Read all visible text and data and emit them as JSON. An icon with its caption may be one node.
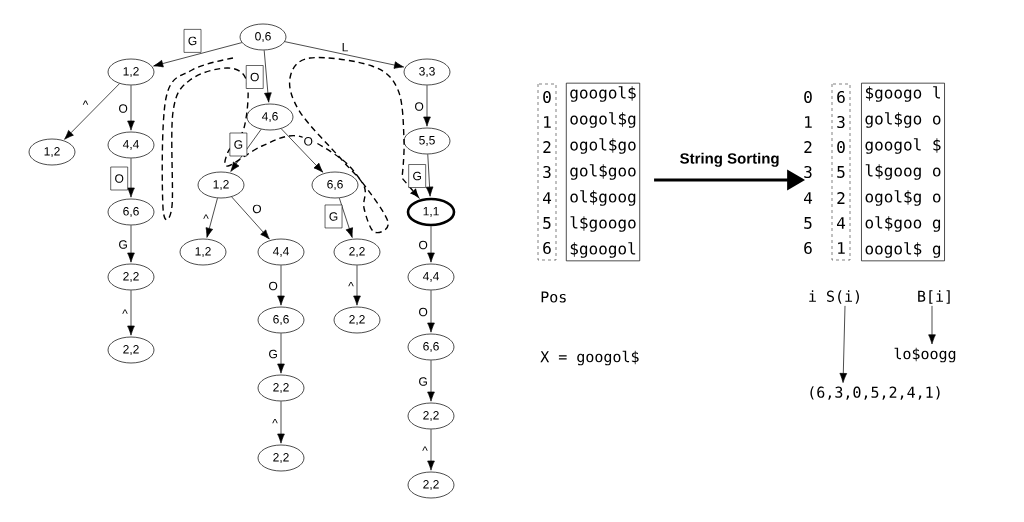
{
  "diagram": {
    "nodes": [
      {
        "text": [
          "0,6"
        ]
      },
      {
        "text": [
          "1,2"
        ]
      },
      {
        "text": [
          "3,3"
        ]
      },
      {
        "text": [
          "1,2"
        ]
      },
      {
        "text": [
          "4,4"
        ]
      },
      {
        "text": [
          "4,6"
        ]
      },
      {
        "text": [
          "5,5"
        ]
      },
      {
        "text": [
          "6,6"
        ]
      },
      {
        "text": [
          "1,2"
        ]
      },
      {
        "text": [
          "6,6"
        ]
      },
      {
        "text": [
          "1,1"
        ]
      },
      {
        "text": [
          "2,2"
        ]
      },
      {
        "text": [
          "1,2"
        ]
      },
      {
        "text": [
          "4,4"
        ]
      },
      {
        "text": [
          "2,2"
        ]
      },
      {
        "text": [
          "4,4"
        ]
      },
      {
        "text": [
          "2,2"
        ]
      },
      {
        "text": [
          "6,6"
        ]
      },
      {
        "text": [
          "2,2"
        ]
      },
      {
        "text": [
          "6,6"
        ]
      },
      {
        "text": [
          "2,2"
        ]
      },
      {
        "text": [
          "2,2"
        ]
      },
      {
        "text": [
          "2,2"
        ]
      },
      {
        "text": [
          "2,2"
        ]
      },
      {
        "text": [
          "googol$",
          "oogol$g",
          "ogol$go",
          "gol$goo",
          "ol$goog",
          "l$googo",
          "$googol"
        ]
      },
      {
        "text": [
          "$googo l",
          "gol$go o",
          "googol $",
          "l$goog o",
          "ogol$g o",
          "ol$goo g",
          "oogol$ g"
        ]
      },
      {
        "text": [
          "i S(i)"
        ]
      },
      {
        "text": [
          "(6,3,0,5,2,4,1)"
        ]
      },
      {
        "text": [
          "B[i]"
        ]
      },
      {
        "text": [
          "lo$oogg"
        ]
      }
    ],
    "edges": [
      {
        "from": 0,
        "to": 1,
        "arrow": "to",
        "label": "G"
      },
      {
        "from": 0,
        "to": 5,
        "arrow": "to",
        "label": "O"
      },
      {
        "from": 0,
        "to": 2,
        "arrow": "to",
        "label": "L"
      },
      {
        "from": 1,
        "to": 3,
        "arrow": "to",
        "label": "^"
      },
      {
        "from": 1,
        "to": 4,
        "arrow": "to",
        "label": "O"
      },
      {
        "from": 5,
        "to": 8,
        "arrow": "to",
        "label": "G"
      },
      {
        "from": 5,
        "to": 9,
        "arrow": "to",
        "label": "O"
      },
      {
        "from": 2,
        "to": 6,
        "arrow": "to",
        "label": "O"
      },
      {
        "from": 4,
        "to": 7,
        "arrow": "to",
        "label": "O"
      },
      {
        "from": 6,
        "to": 10,
        "arrow": "to",
        "label": "G"
      },
      {
        "from": 7,
        "to": 11,
        "arrow": "to",
        "label": "G"
      },
      {
        "from": 8,
        "to": 12,
        "arrow": "to",
        "label": "^"
      },
      {
        "from": 8,
        "to": 13,
        "arrow": "to",
        "label": "O"
      },
      {
        "from": 9,
        "to": 14,
        "arrow": "to",
        "label": "G"
      },
      {
        "from": 10,
        "to": 15,
        "arrow": "to",
        "label": "O"
      },
      {
        "from": 11,
        "to": 16,
        "arrow": "to",
        "label": "^"
      },
      {
        "from": 13,
        "to": 17,
        "arrow": "to",
        "label": "O"
      },
      {
        "from": 14,
        "to": 18,
        "arrow": "to",
        "label": "^"
      },
      {
        "from": 15,
        "to": 19,
        "arrow": "to",
        "label": "O"
      },
      {
        "from": 17,
        "to": 20,
        "arrow": "to",
        "label": "G"
      },
      {
        "from": 19,
        "to": 21,
        "arrow": "to",
        "label": "G"
      },
      {
        "from": 20,
        "to": 22,
        "arrow": "to",
        "label": "^"
      },
      {
        "from": 21,
        "to": 23,
        "arrow": "to",
        "label": "^"
      },
      {
        "from": null,
        "to": 10,
        "arrow": "to",
        "style": "dashed"
      },
      {
        "from": 24,
        "to": 25,
        "arrow": "to",
        "label": "String Sorting",
        "style": "thick"
      },
      {
        "from": 26,
        "to": 27,
        "arrow": "to"
      },
      {
        "from": 28,
        "to": 29,
        "arrow": "to"
      }
    ],
    "labels": [
      "0",
      "1",
      "2",
      "3",
      "4",
      "5",
      "6",
      "0",
      "1",
      "2",
      "3",
      "4",
      "5",
      "6",
      "6",
      "3",
      "0",
      "5",
      "2",
      "4",
      "1",
      "Pos",
      "X = googol$"
    ]
  }
}
